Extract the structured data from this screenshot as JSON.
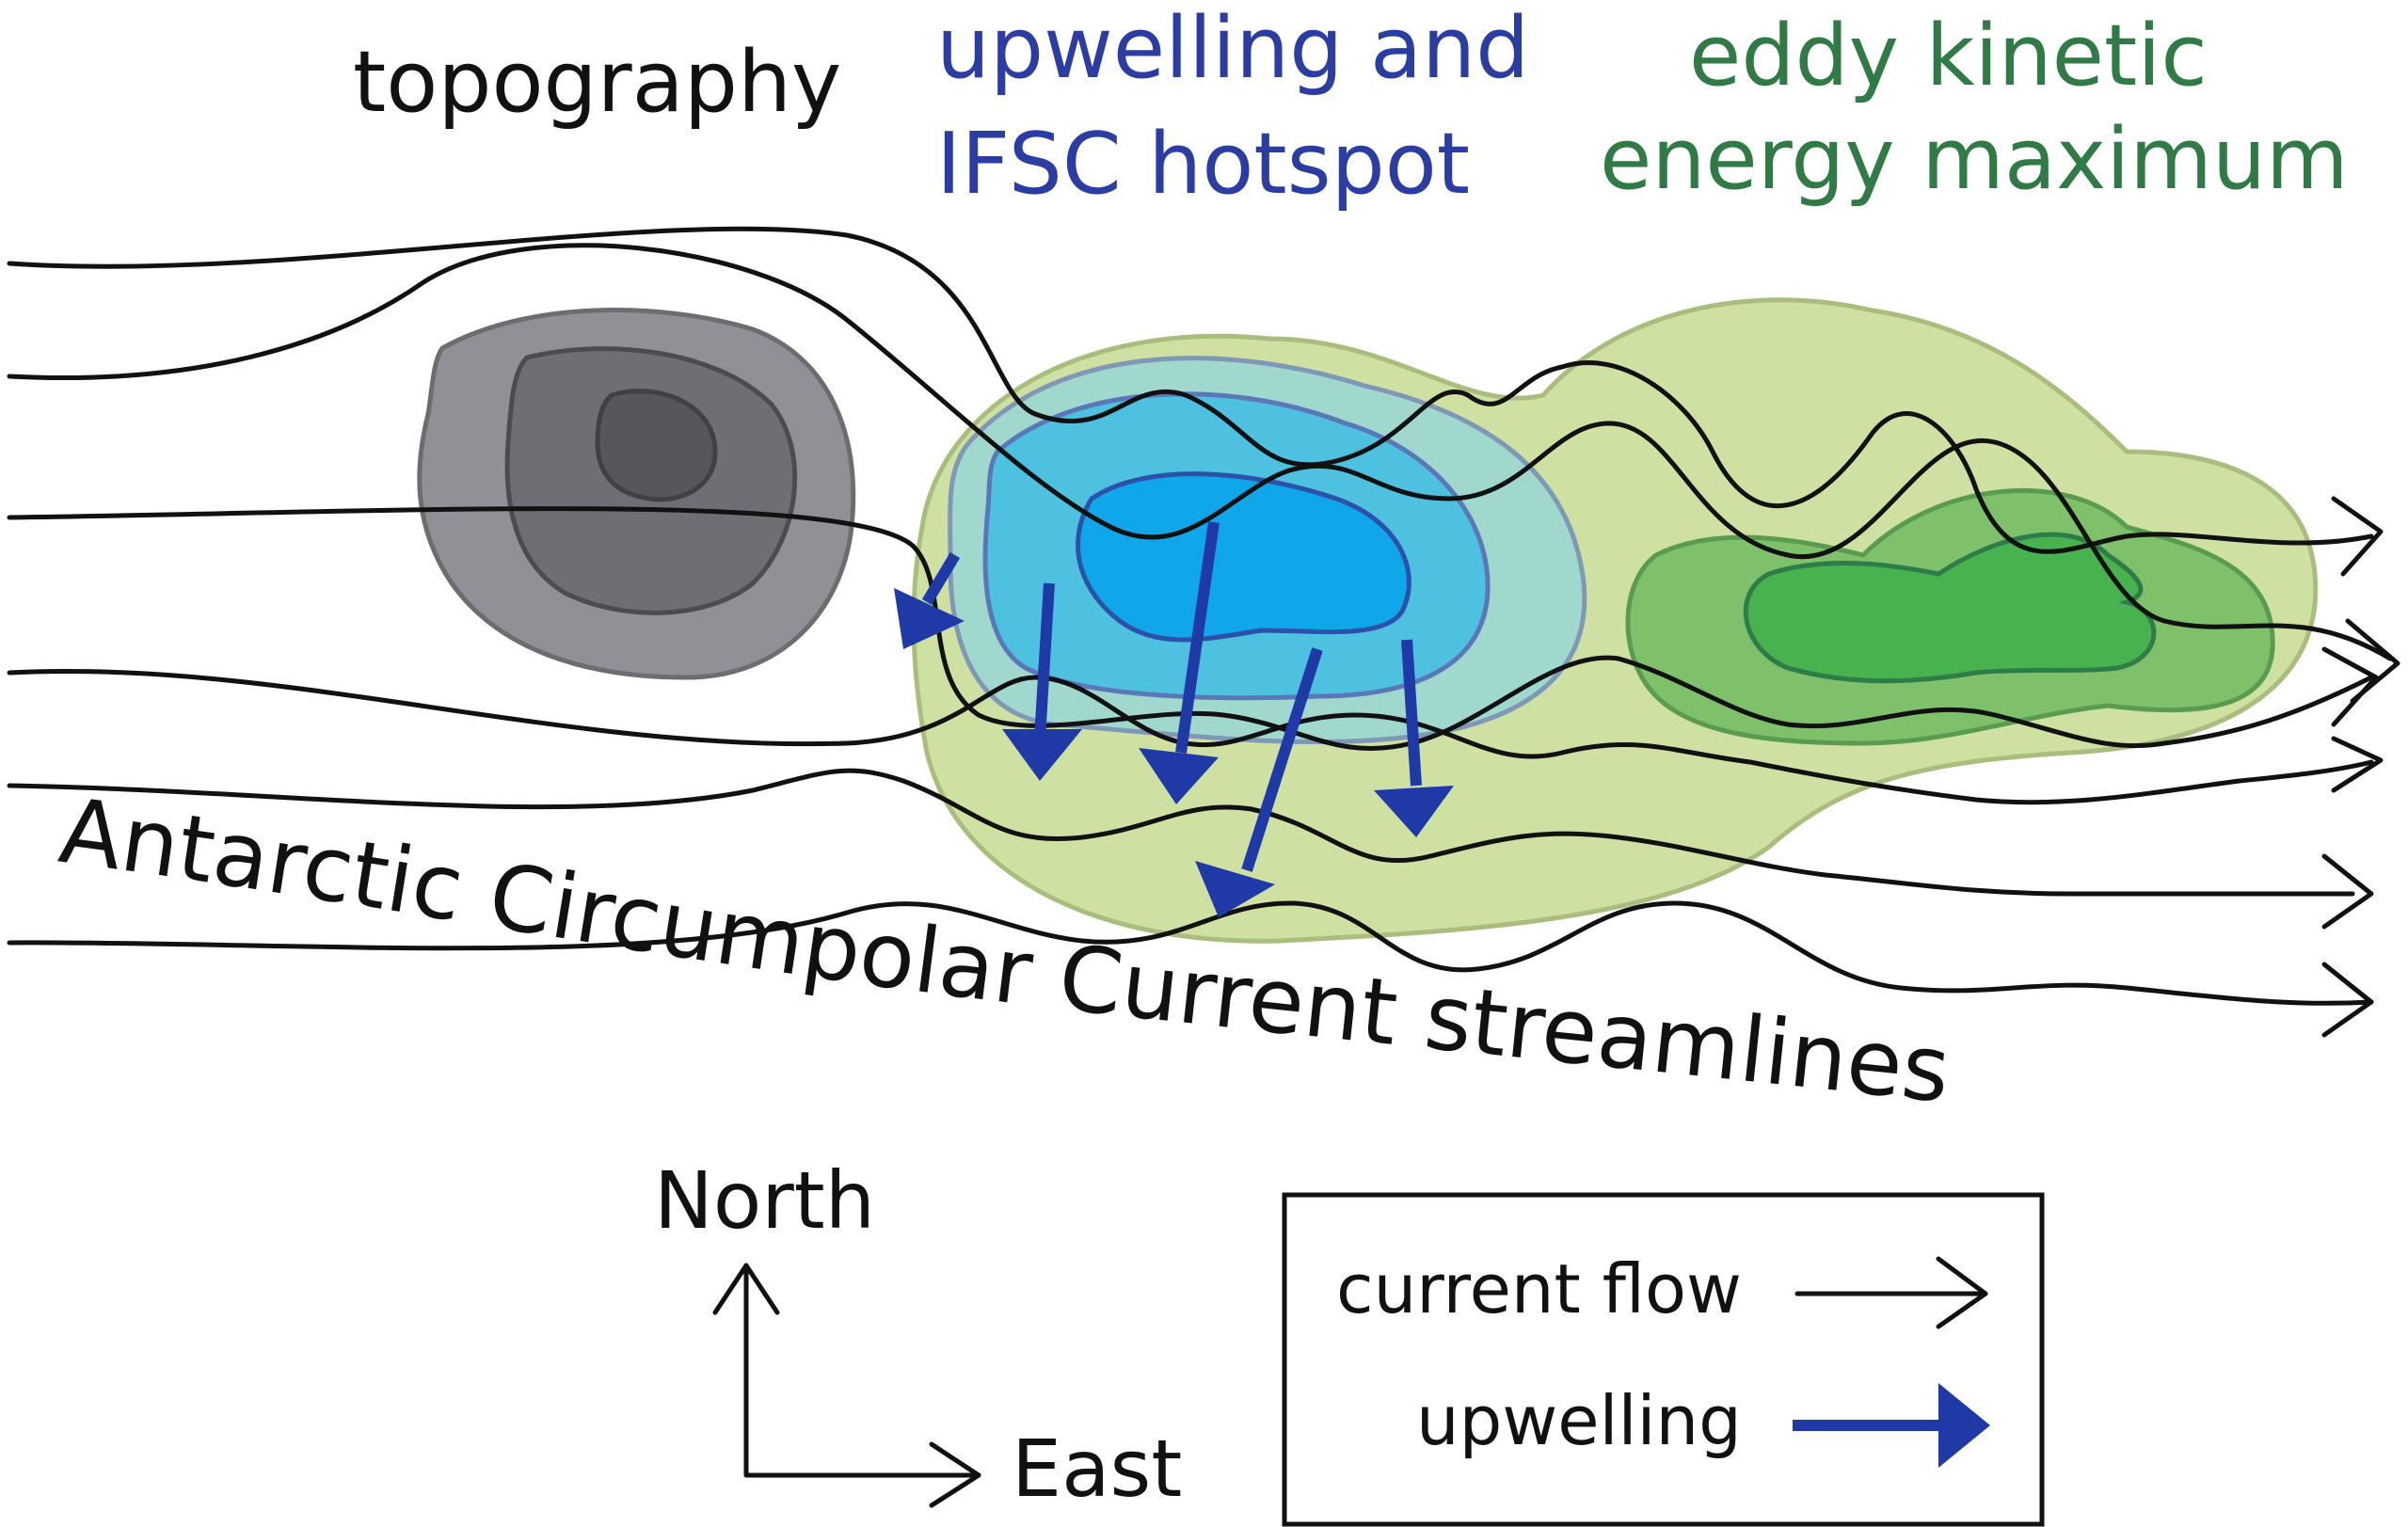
{
  "labels": {
    "topography": "topography",
    "upwelling_line1": "upwelling and",
    "upwelling_line2": "IFSC hotspot",
    "eke_line1": "eddy kinetic",
    "eke_line2": "energy maximum",
    "streamlines": "Antarctic Circumpolar Current streamlines"
  },
  "compass": {
    "north": "North",
    "east": "East"
  },
  "legend": {
    "items": [
      {
        "label": "current flow",
        "symbol": "thin-black-arrow"
      },
      {
        "label": "upwelling",
        "symbol": "thick-blue-arrow"
      }
    ]
  },
  "colors": {
    "label_black": "#111111",
    "label_blue": "#2b3da3",
    "label_green": "#2f7a45",
    "upwelling_arrow": "#1f3aa6",
    "topo_outer": "#8f9196",
    "topo_mid": "#6d6f74",
    "topo_inner": "#55575b",
    "eke_outer": "#cfe0a3",
    "eke_mid": "#7fc06a",
    "eke_inner": "#48b24f",
    "hotspot_outer": "#9ed8d0",
    "hotspot_mid": "#4ec0e0",
    "hotspot_inner": "#10a6ea"
  }
}
